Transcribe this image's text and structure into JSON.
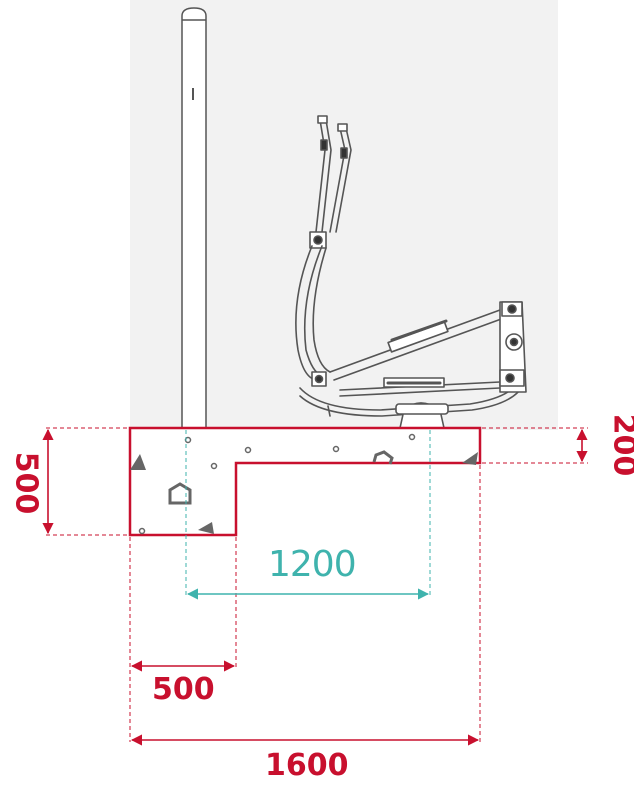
{
  "dimensions": {
    "total_width": "1600",
    "footprint_offset": "500",
    "foundation_depth_left": "500",
    "foundation_depth_right": "200",
    "exercise_span": "1200"
  },
  "colors": {
    "dimension_red": "#c8102e",
    "dimension_teal": "#3fb3ad",
    "equipment_line": "#555555",
    "background_panel": "#f2f2f2"
  },
  "icons": [
    "elliptical-trainer-icon",
    "post-icon",
    "concrete-aggregate-icon"
  ]
}
